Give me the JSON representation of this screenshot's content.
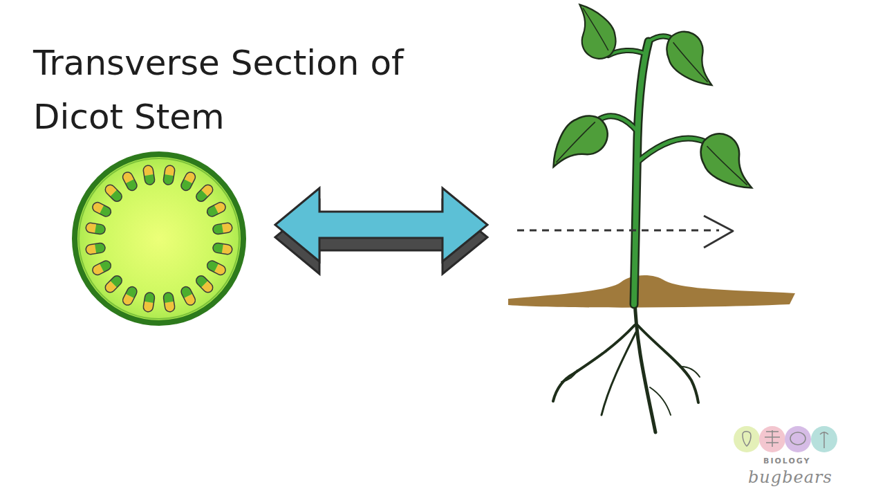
{
  "diagram": {
    "title": "Transverse Section of Dicot Stem",
    "labels": [
      "BIOLOGY",
      "bugbears"
    ]
  }
}
